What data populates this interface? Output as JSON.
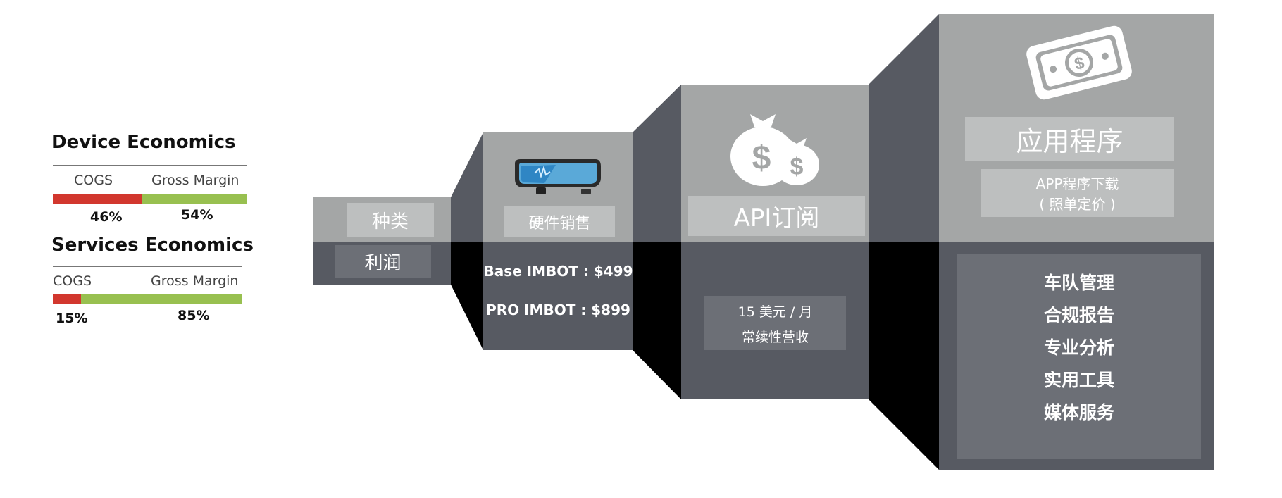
{
  "colors": {
    "cogs": "#d2372e",
    "margin": "#98c050",
    "box_light": "#a4a6a6",
    "box_dark": "#575a62",
    "connector_light": "#575a62",
    "connector_dark": "#000000",
    "label_bg": "#bdbfbf",
    "label_bg_dark": "#6c6f76"
  },
  "device_economics": {
    "title": "Device Economics",
    "cogs_label": "COGS",
    "margin_label": "Gross Margin",
    "cogs_pct": "46%",
    "margin_pct": "54%",
    "cogs_share": 0.46
  },
  "services_economics": {
    "title": "Services Economics",
    "cogs_label": "COGS",
    "margin_label": "Gross Margin",
    "cogs_pct": "15%",
    "margin_pct": "85%",
    "cogs_share": 0.15
  },
  "stairs": {
    "step1": {
      "category": "种类",
      "profit": "利润"
    },
    "step2": {
      "label": "硬件销售",
      "lines": [
        "Base IMBOT : $499",
        "PRO IMBOT : $899"
      ],
      "icon": "dash-camera-mirror-icon"
    },
    "step3": {
      "label": "API订阅",
      "price": "15 美元 / 月",
      "note": "常续性营收",
      "icon": "money-bags-icon"
    },
    "step4": {
      "label": "应用程序",
      "sub_line1": "APP程序下载",
      "sub_line2": "( 照单定价 )",
      "services": [
        "车队管理",
        "合规报告",
        "专业分析",
        "实用工具",
        "媒体服务"
      ],
      "icon": "banknote-icon"
    }
  }
}
